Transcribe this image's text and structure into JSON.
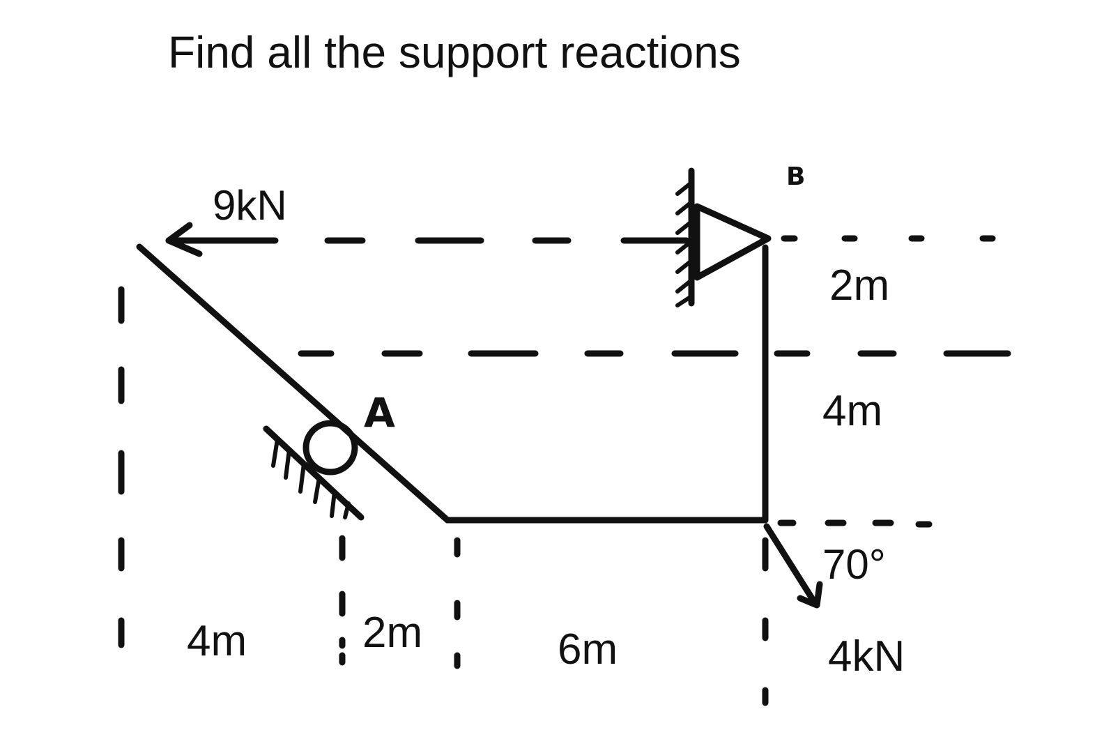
{
  "title": "Find all the support reactions",
  "labels": {
    "force_left": "9kN",
    "force_right": "4kN",
    "angle": "70°",
    "support_a": "A",
    "support_b": "B",
    "dim_top": "2m",
    "dim_mid": "4m",
    "dim_bottom_1": "4m",
    "dim_bottom_2": "2m",
    "dim_bottom_3": "6m"
  }
}
